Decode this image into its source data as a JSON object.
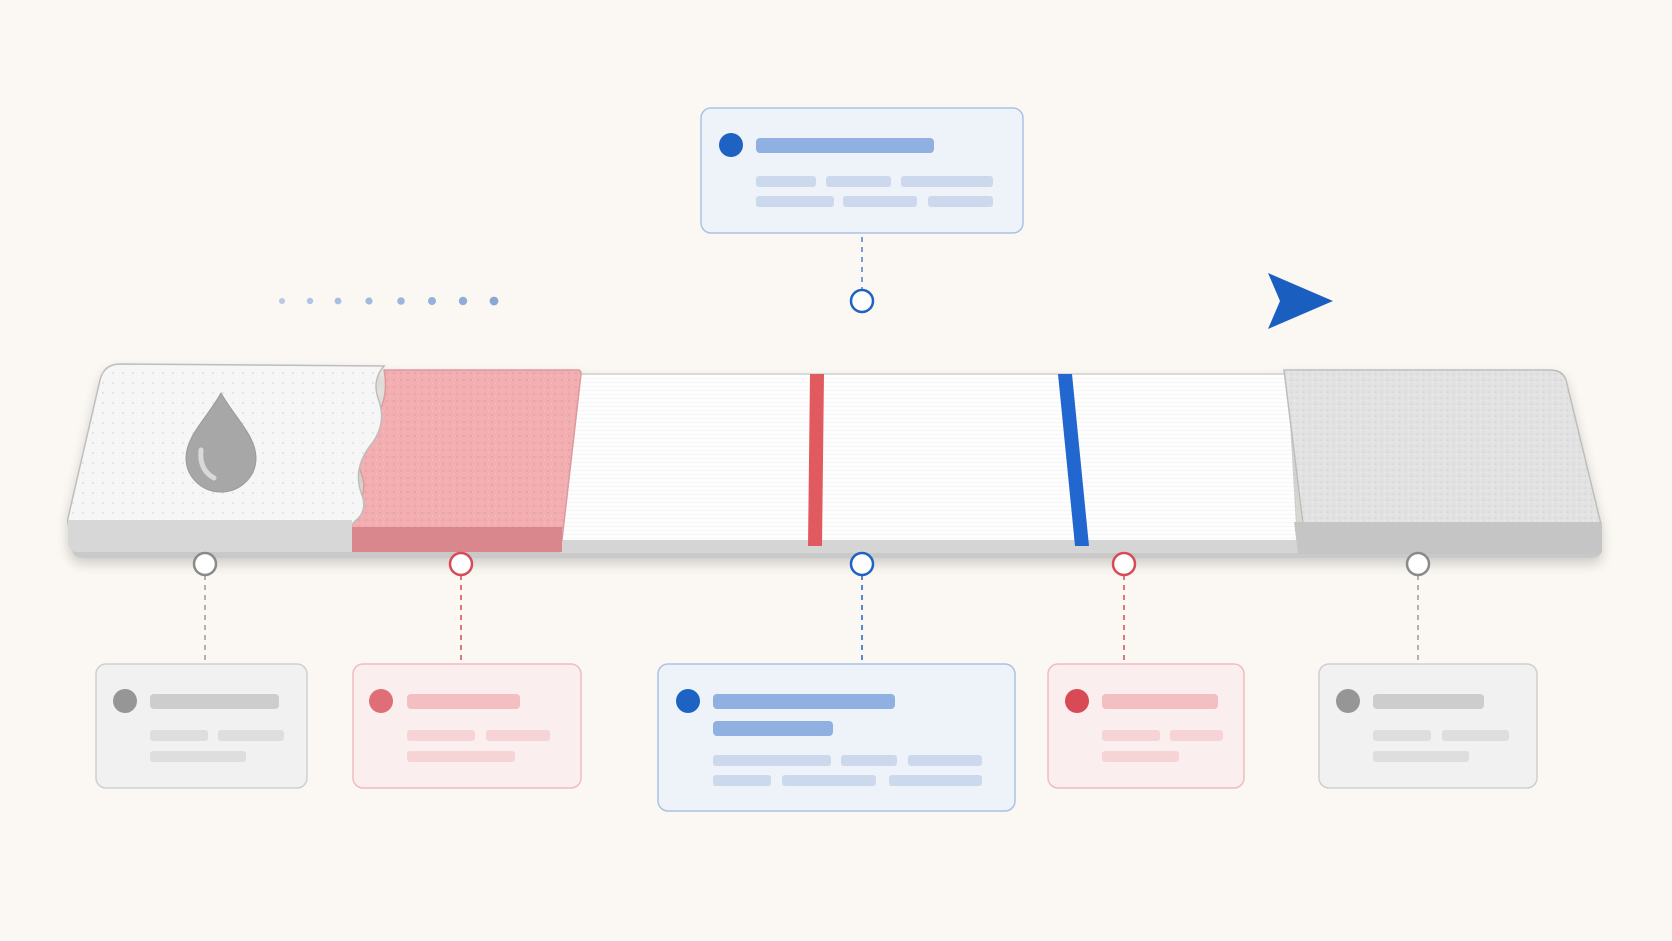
{
  "colors": {
    "background": "#fbf8f3",
    "flow_blue": "#1a5fbf",
    "flow_blue_light": "#c9d9ef",
    "test_line_red": "#e05a5f",
    "control_line_blue": "#2466cf",
    "sample_pad": "#f6f6f6",
    "conjugate_pad": "#f1a9ad",
    "membrane": "#fdfdfd",
    "absorbent_pad": "#dedede",
    "gray_card": "#909090",
    "red_card": "#d84a55",
    "blue_card": "#1e62c4"
  },
  "icons": {
    "sample_pad_icon": "droplet-icon",
    "flow_arrow": "arrow-right-icon"
  },
  "callouts": [
    {
      "id": "flow-direction",
      "tone": "blue",
      "content": "placeholder-lines"
    },
    {
      "id": "sample-pad",
      "tone": "gray",
      "content": "placeholder-lines"
    },
    {
      "id": "conjugate-pad",
      "tone": "red",
      "content": "placeholder-lines"
    },
    {
      "id": "membrane",
      "tone": "blue",
      "content": "placeholder-lines"
    },
    {
      "id": "test-line",
      "tone": "red",
      "content": "placeholder-lines"
    },
    {
      "id": "absorbent-pad",
      "tone": "gray",
      "content": "placeholder-lines"
    }
  ]
}
